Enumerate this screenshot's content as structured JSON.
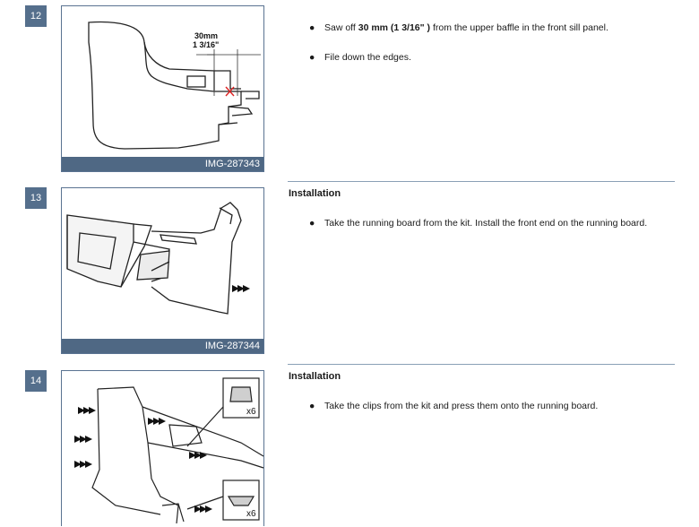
{
  "steps": [
    {
      "number": "12",
      "image_caption": "IMG-287343",
      "figure_labels": [
        "30mm",
        "1 3/16\""
      ],
      "bullets": [
        {
          "before": "Saw off ",
          "bold": "30 mm (1 3/16\" )",
          "after": " from the upper baffle in the front sill panel."
        },
        {
          "text": "File down the edges."
        }
      ]
    },
    {
      "number": "13",
      "heading": "Installation",
      "image_caption": "IMG-287344",
      "bullets": [
        {
          "text": "Take the running board from the kit. Install the front end on the running board."
        }
      ]
    },
    {
      "number": "14",
      "heading": "Installation",
      "figure_labels": [
        "x6",
        "x6"
      ],
      "bullets": [
        {
          "text": "Take the clips from the kit and press them onto the running board."
        }
      ]
    }
  ]
}
